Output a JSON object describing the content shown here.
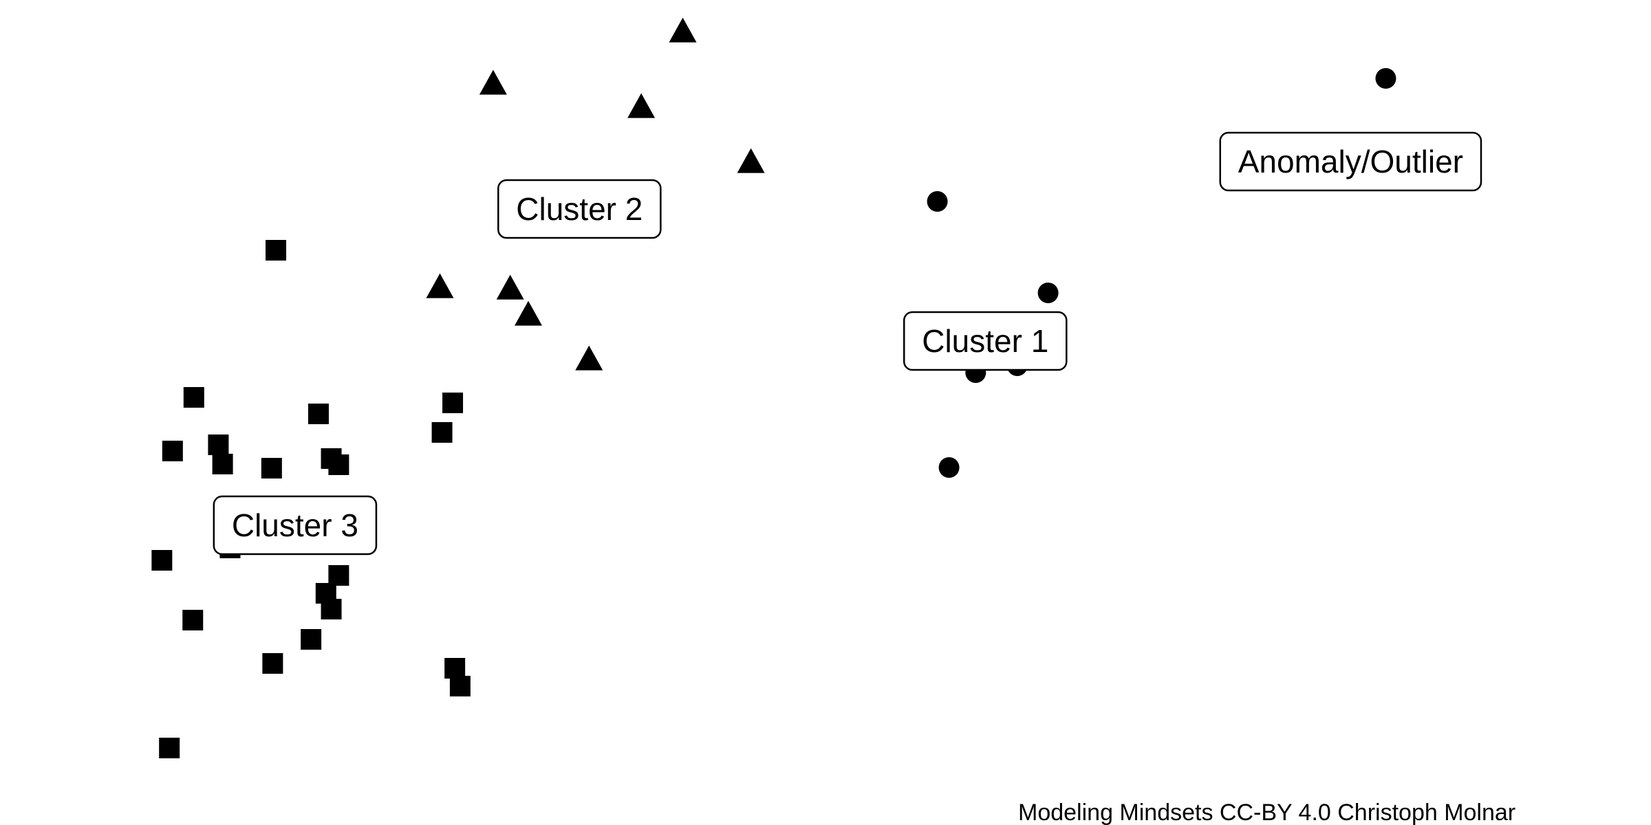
{
  "chart_data": {
    "type": "scatter",
    "title": "",
    "xlabel": "",
    "ylabel": "",
    "axes_visible": false,
    "grid": false,
    "xlim": [
      0,
      1.55
    ],
    "ylim": [
      0,
      1.2
    ],
    "colors": {
      "points": "#000000",
      "label_border": "#000000",
      "label_fill": "#ffffff"
    },
    "series": [
      {
        "marker": "circle",
        "points": [
          [
            0.88,
            0.907
          ],
          [
            0.984,
            0.774
          ],
          [
            0.916,
            0.658
          ],
          [
            0.955,
            0.668
          ],
          [
            0.928,
            0.678
          ],
          [
            0.891,
            0.52
          ],
          [
            1.301,
            1.086
          ]
        ]
      },
      {
        "marker": "triangle",
        "points": [
          [
            0.641,
            1.152
          ],
          [
            0.463,
            1.076
          ],
          [
            0.602,
            1.042
          ],
          [
            0.705,
            0.962
          ],
          [
            0.413,
            0.78
          ],
          [
            0.479,
            0.778
          ],
          [
            0.496,
            0.74
          ],
          [
            0.553,
            0.675
          ]
        ]
      },
      {
        "marker": "square",
        "points": [
          [
            0.259,
            0.836
          ],
          [
            0.182,
            0.622
          ],
          [
            0.299,
            0.598
          ],
          [
            0.162,
            0.544
          ],
          [
            0.205,
            0.553
          ],
          [
            0.209,
            0.525
          ],
          [
            0.255,
            0.519
          ],
          [
            0.311,
            0.533
          ],
          [
            0.318,
            0.524
          ],
          [
            0.425,
            0.614
          ],
          [
            0.415,
            0.571
          ],
          [
            0.152,
            0.385
          ],
          [
            0.216,
            0.403
          ],
          [
            0.318,
            0.363
          ],
          [
            0.306,
            0.337
          ],
          [
            0.311,
            0.314
          ],
          [
            0.181,
            0.298
          ],
          [
            0.292,
            0.27
          ],
          [
            0.256,
            0.235
          ],
          [
            0.427,
            0.228
          ],
          [
            0.432,
            0.202
          ],
          [
            0.159,
            0.112
          ]
        ]
      }
    ],
    "annotations": [
      {
        "text": "Cluster 1",
        "x": 0.925,
        "y": 0.704
      },
      {
        "text": "Cluster 2",
        "x": 0.544,
        "y": 0.896
      },
      {
        "text": "Cluster 3",
        "x": 0.277,
        "y": 0.436
      },
      {
        "text": "Anomaly/Outlier",
        "x": 1.268,
        "y": 0.965
      }
    ]
  },
  "caption": "Modeling Mindsets CC-BY 4.0 Christoph Molnar"
}
